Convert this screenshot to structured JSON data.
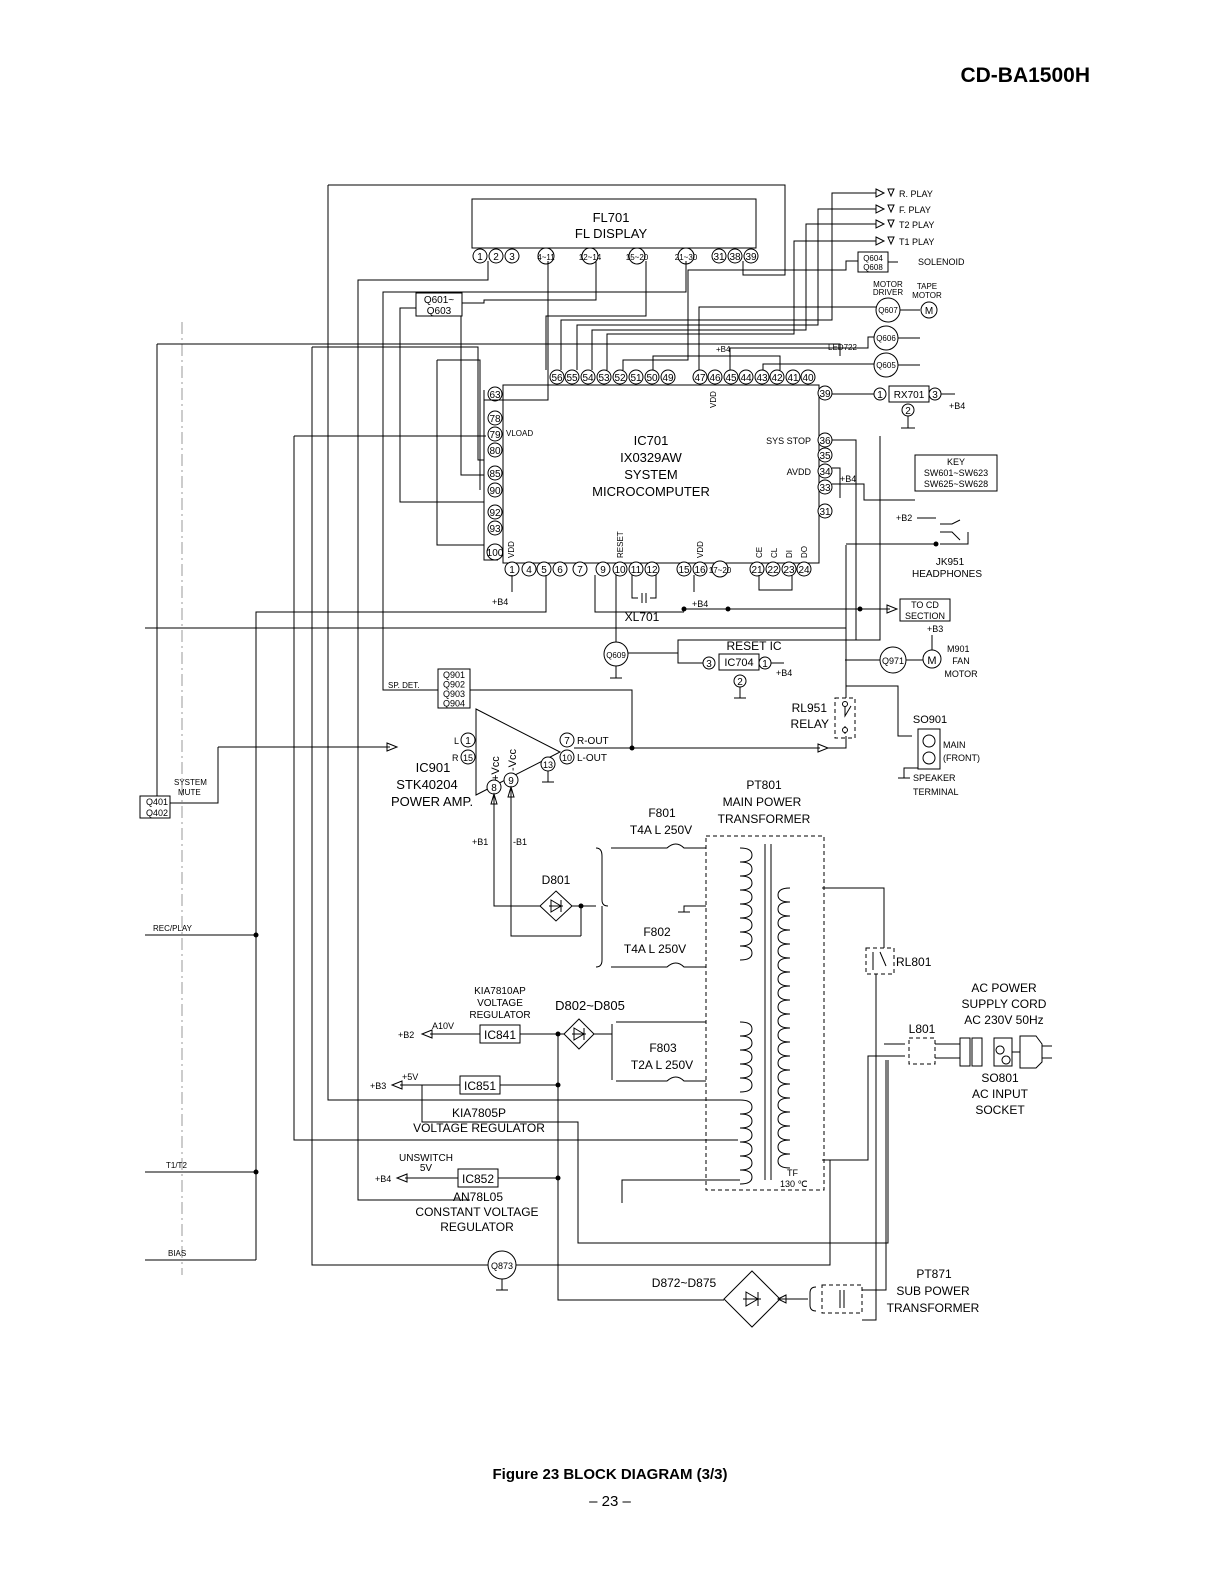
{
  "header": {
    "model": "CD-BA1500H"
  },
  "footer": {
    "caption": "Figure 23 BLOCK DIAGRAM (3/3)",
    "page": "– 23 –"
  },
  "blocks": {
    "fl701": {
      "ref": "FL701",
      "name": "FL DISPLAY",
      "pins": [
        "1",
        "2",
        "3",
        "4~11",
        "12~14",
        "15~20",
        "21~30",
        "31",
        "38",
        "39"
      ]
    },
    "ic701": {
      "ref": "IC701",
      "part": "IX0329AW",
      "name1": "SYSTEM",
      "name2": "MICROCOMPUTER",
      "top_pins": [
        "56",
        "55",
        "54",
        "53",
        "52",
        "51",
        "50",
        "49",
        "47",
        "46",
        "45",
        "44",
        "43",
        "42",
        "41",
        "40"
      ],
      "left_pins": [
        "63",
        "78",
        "79",
        "80",
        "85",
        "90",
        "92",
        "93",
        "100"
      ],
      "right_pins": [
        "39",
        "36",
        "35",
        "34",
        "33",
        "31"
      ],
      "bottom_pins": [
        "1",
        "4",
        "5",
        "6",
        "7",
        "9",
        "10",
        "11",
        "12",
        "15",
        "16",
        "17~20",
        "21",
        "22",
        "23",
        "24"
      ],
      "vload": "VLOAD",
      "sys_stop": "SYS STOP",
      "avdd": "AVDD",
      "vdd": "VDD",
      "reset": "RESET",
      "ce": "CE",
      "cl": "CL",
      "di": "DI",
      "do": "DO"
    },
    "q601": {
      "ref1": "Q601~",
      "ref2": "Q603"
    },
    "ic901": {
      "ref": "IC901",
      "part": "STK40204",
      "name": "POWER AMP.",
      "l": "L",
      "r": "R",
      "pin1": "1",
      "pin15": "15",
      "pin7": "7",
      "pin10": "10",
      "pin13": "13",
      "pin8": "8",
      "pin9": "9",
      "rout": "R-OUT",
      "lout": "L-OUT",
      "vcc_plus": "+Vcc",
      "vcc_minus": "-Vcc"
    },
    "q901": {
      "refs": [
        "Q901",
        "Q902",
        "Q903",
        "Q904"
      ],
      "sp_det": "SP. DET."
    },
    "system_mute": {
      "l1": "SYSTEM",
      "l2": "MUTE",
      "q1": "Q401",
      "q2": "Q402"
    },
    "xl701": "XL701",
    "q609": "Q609",
    "reset_ic": {
      "title": "RESET IC",
      "ref": "IC704",
      "p1": "1",
      "p2": "2",
      "p3": "3",
      "b4": "+B4"
    },
    "rx701": {
      "ref": "RX701",
      "p1": "1",
      "p2": "2",
      "p3": "3",
      "b4": "+B4"
    },
    "key": {
      "title": "KEY",
      "l1": "SW601~SW623",
      "l2": "SW625~SW628"
    },
    "jk951": {
      "ref": "JK951",
      "name": "HEADPHONES",
      "b2": "+B2"
    },
    "to_cd": {
      "l1": "TO CD",
      "l2": "SECTION"
    },
    "fan": {
      "b3": "+B3",
      "ref": "M901",
      "l1": "FAN",
      "l2": "MOTOR",
      "q": "Q971",
      "m": "M"
    },
    "rl951": {
      "ref": "RL951",
      "name": "RELAY"
    },
    "so901": {
      "ref": "SO901",
      "l1": "MAIN",
      "l2": "(FRONT)",
      "s1": "SPEAKER",
      "s2": "TERMINAL"
    },
    "outputs": [
      "R. PLAY",
      "F. PLAY",
      "T2 PLAY",
      "T1 PLAY"
    ],
    "solenoid": {
      "q1": "Q604",
      "q2": "Q608",
      "label": "SOLENOID"
    },
    "motor": {
      "driver1": "MOTOR",
      "driver2": "DRIVER",
      "tape1": "TAPE",
      "tape2": "MOTOR",
      "q": "Q607",
      "m": "M"
    },
    "q606": "Q606",
    "q605": "Q605",
    "led722": "LED722",
    "b4": "+B4",
    "pt801": {
      "ref": "PT801",
      "l1": "MAIN POWER",
      "l2": "TRANSFORMER"
    },
    "f801": {
      "ref": "F801",
      "rating": "T4A L 250V"
    },
    "f802": {
      "ref": "F802",
      "rating": "T4A L 250V"
    },
    "f803": {
      "ref": "F803",
      "rating": "T2A L 250V"
    },
    "d801": "D801",
    "b1p": "+B1",
    "b1m": "-B1",
    "ic841": {
      "ref": "IC841",
      "l1": "KIA7810AP",
      "l2": "VOLTAGE",
      "l3": "REGULATOR",
      "out": "+B2",
      "v": "A10V"
    },
    "d802": "D802~D805",
    "ic851": {
      "ref": "IC851",
      "out": "+B3",
      "v": "+5V",
      "l1": "KIA7805P",
      "l2": "VOLTAGE REGULATOR"
    },
    "ic852": {
      "ref": "IC852",
      "out": "+B4",
      "u1": "UNSWITCH",
      "u2": "5V",
      "l1": "AN78L05",
      "l2": "CONSTANT VOLTAGE",
      "l3": "REGULATOR"
    },
    "rl801": "RL801",
    "ac": {
      "l1": "AC  POWER",
      "l2": "SUPPLY CORD",
      "l3": "AC  230V 50Hz",
      "l801": "L801",
      "so1": "SO801",
      "so2": "AC INPUT",
      "so3": "SOCKET"
    },
    "tf": {
      "l1": "TF",
      "l2": "130 ℃"
    },
    "q873": "Q873",
    "d872": "D872~D875",
    "pt871": {
      "ref": "PT871",
      "l1": "SUB POWER",
      "l2": "TRANSFORMER"
    },
    "left_signals": [
      "REC/PLAY",
      "T1/T2",
      "BIAS"
    ]
  }
}
